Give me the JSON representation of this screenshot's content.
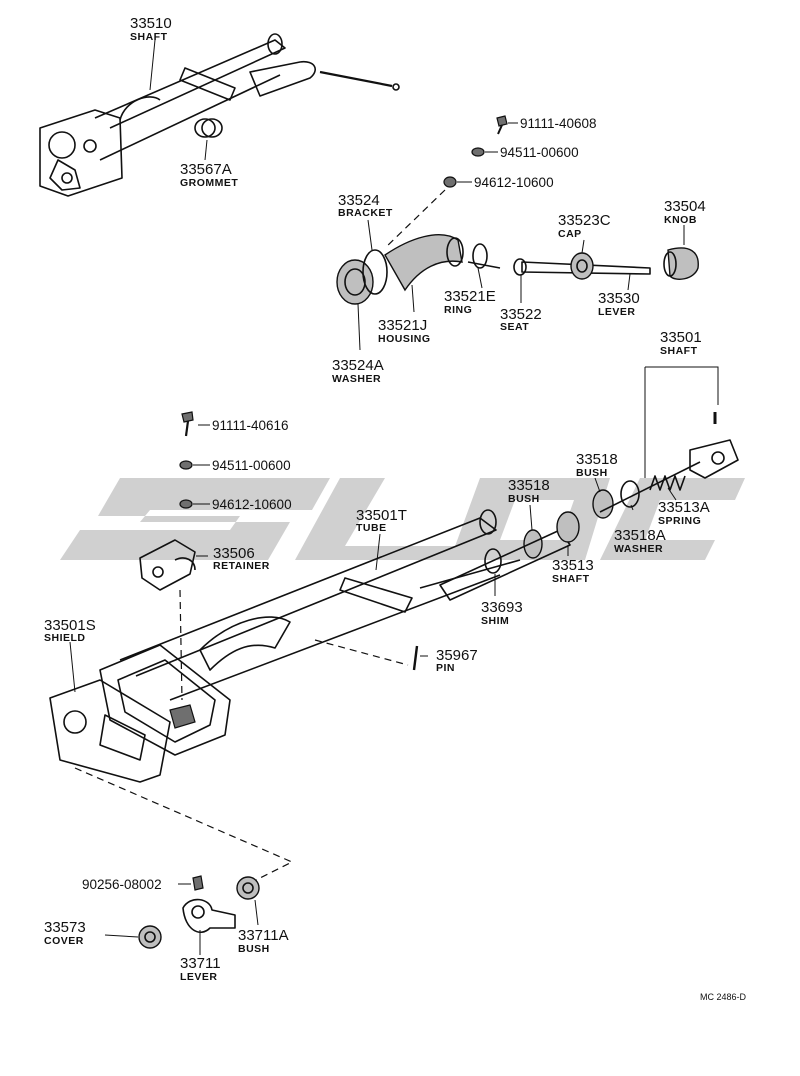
{
  "watermark": "SLOC",
  "parts": {
    "p33510": {
      "number": "33510",
      "name": "SHAFT"
    },
    "p33567A": {
      "number": "33567A",
      "name": "GROMMET"
    },
    "p33524": {
      "number": "33524",
      "name": "BRACKET"
    },
    "p33523C": {
      "number": "33523C",
      "name": "CAP"
    },
    "p33504": {
      "number": "33504",
      "name": "KNOB"
    },
    "p33521E": {
      "number": "33521E",
      "name": "RING"
    },
    "p33522": {
      "number": "33522",
      "name": "SEAT"
    },
    "p33530": {
      "number": "33530",
      "name": "LEVER"
    },
    "p33521J": {
      "number": "33521J",
      "name": "HOUSING"
    },
    "p33524A": {
      "number": "33524A",
      "name": "WASHER"
    },
    "p33501": {
      "number": "33501",
      "name": "SHAFT"
    },
    "p33518a": {
      "number": "33518",
      "name": "BUSH"
    },
    "p33518b": {
      "number": "33518",
      "name": "BUSH"
    },
    "p33513A": {
      "number": "33513A",
      "name": "SPRING"
    },
    "p33518A": {
      "number": "33518A",
      "name": "WASHER"
    },
    "p33513": {
      "number": "33513",
      "name": "SHAFT"
    },
    "p33693": {
      "number": "33693",
      "name": "SHIM"
    },
    "p33501T": {
      "number": "33501T",
      "name": "TUBE"
    },
    "p33506": {
      "number": "33506",
      "name": "RETAINER"
    },
    "p33501S": {
      "number": "33501S",
      "name": "SHIELD"
    },
    "p35967": {
      "number": "35967",
      "name": "PIN"
    },
    "p33573": {
      "number": "33573",
      "name": "COVER"
    },
    "p33711": {
      "number": "33711",
      "name": "LEVER"
    },
    "p33711A": {
      "number": "33711A",
      "name": "BUSH"
    }
  },
  "fasteners": {
    "f1": "91111-40608",
    "f2": "94511-00600",
    "f3": "94612-10600",
    "f4": "91111-40616",
    "f5": "94511-00600",
    "f6": "94612-10600",
    "f7": "90256-08002"
  },
  "diagram_code": "MC 2486-D"
}
